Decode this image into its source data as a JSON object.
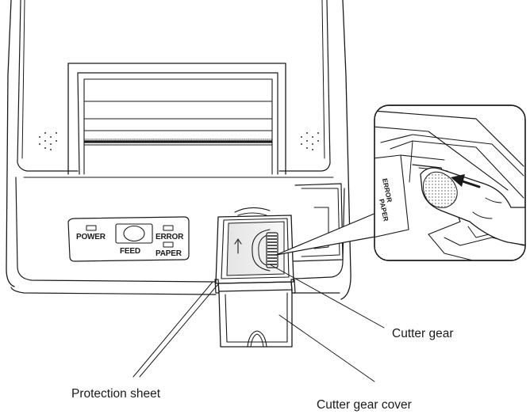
{
  "panel": {
    "power": "POWER",
    "feed": "FEED",
    "error": "ERROR",
    "paper": "PAPER"
  },
  "callouts": {
    "cutter_gear": "Cutter gear",
    "protection_sheet": "Protection sheet",
    "cutter_gear_cover": "Cutter gear cover"
  },
  "inset": {
    "label_error": "ERROR",
    "label_paper": "PAPER"
  }
}
